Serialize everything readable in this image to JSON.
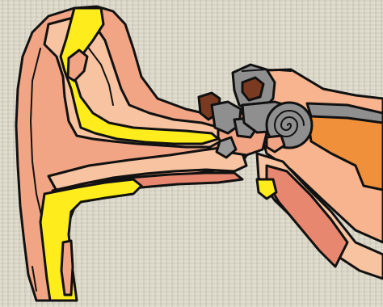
{
  "figure": {
    "subject": "ear-anatomy-cross-section",
    "colors": {
      "background": "#dcd8c8",
      "outer_ear_skin": "#f2a585",
      "skin_highlight": "#f7c3a0",
      "cartilage_yellow": "#ffec1c",
      "bone_gray": "#8f8f8f",
      "inner_dark": "#7a3a22",
      "nerve_orange": "#f0903a",
      "outline": "#111111"
    },
    "parts": [
      "auricle",
      "ear-canal",
      "eardrum",
      "ossicles",
      "cochlea",
      "semicircular-canals",
      "auditory-nerve",
      "eustachian-tube",
      "skull-bone"
    ]
  }
}
